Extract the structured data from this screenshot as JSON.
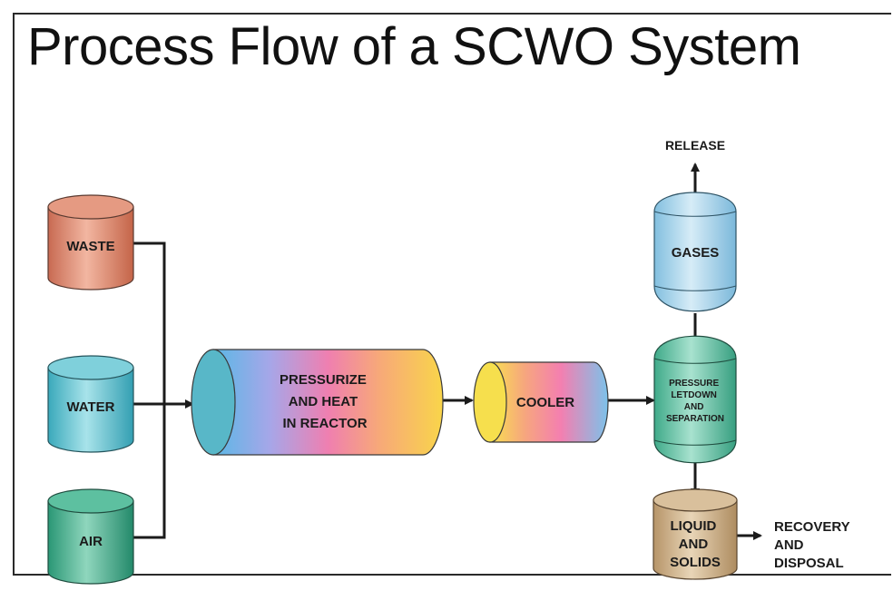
{
  "title": "Process Flow of a SCWO System",
  "nodes": {
    "waste": "WASTE",
    "water": "WATER",
    "air": "AIR",
    "reactor": [
      "PRESSURIZE",
      "AND HEAT",
      "IN REACTOR"
    ],
    "cooler": "COOLER",
    "gases": "GASES",
    "release": "RELEASE",
    "separator": [
      "PRESSURE",
      "LETDOWN",
      "AND",
      "SEPARATION"
    ],
    "liquid_solids": [
      "LIQUID",
      "AND",
      "SOLIDS"
    ],
    "recovery": [
      "RECOVERY",
      "AND",
      "DISPOSAL"
    ]
  },
  "colors": {
    "waste": "#d9826a",
    "water": "#5cc3d0",
    "air": "#3fae8e",
    "gases": "#a9d6ec",
    "separator": "#63c6a6",
    "liquid_solids": "#c9ad84"
  }
}
